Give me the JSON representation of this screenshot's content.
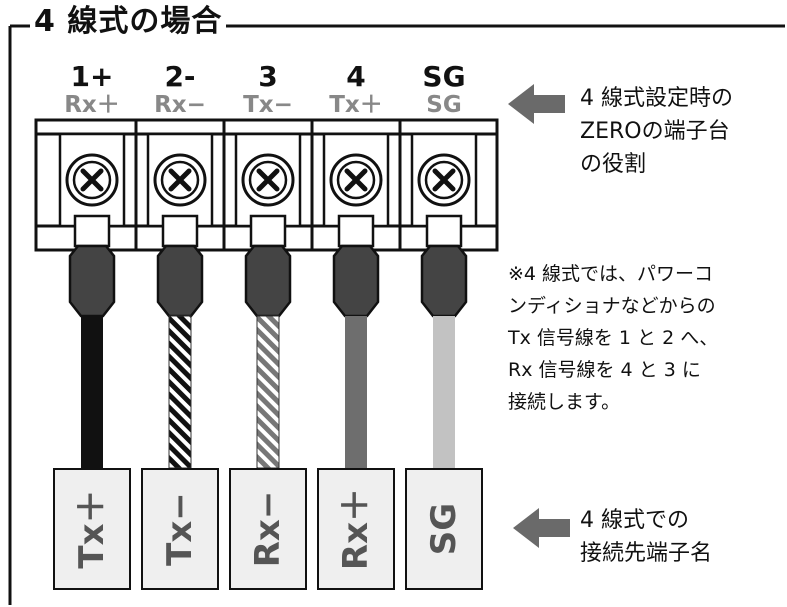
{
  "title": "4 線式の場合",
  "terminals": [
    {
      "number": "1+",
      "role": "Rx＋",
      "cable_color": "#111111",
      "pattern": "solid",
      "dest": "Tx＋"
    },
    {
      "number": "2-",
      "role": "Rx−",
      "cable_color": "#111111",
      "pattern": "stripe-dark",
      "dest": "Tx−"
    },
    {
      "number": "3",
      "role": "Tx−",
      "cable_color": "#777777",
      "pattern": "stripe-gray",
      "dest": "Rx−"
    },
    {
      "number": "4",
      "role": "Tx＋",
      "cable_color": "#6e6e6e",
      "pattern": "solid",
      "dest": "Rx＋"
    },
    {
      "number": "SG",
      "role": "SG",
      "cable_color": "#c2c2c2",
      "pattern": "solid",
      "dest": "SG"
    }
  ],
  "annotations": {
    "terminal_role": [
      "4 線式設定時の",
      "ZEROの端子台",
      "の役割"
    ],
    "note": [
      "※4 線式では、パワーコ",
      "ンディショナなどからの",
      "Tx 信号線を 1 と 2 へ、",
      "Rx 信号線を 4 と 3 に",
      "接続します。"
    ],
    "dest_label": [
      "4 線式での",
      "接続先端子名"
    ]
  },
  "colors": {
    "role_label": "#888888",
    "dest_text": "#555555",
    "dest_box": "#efefef",
    "arrow": "#6a6a6a"
  }
}
